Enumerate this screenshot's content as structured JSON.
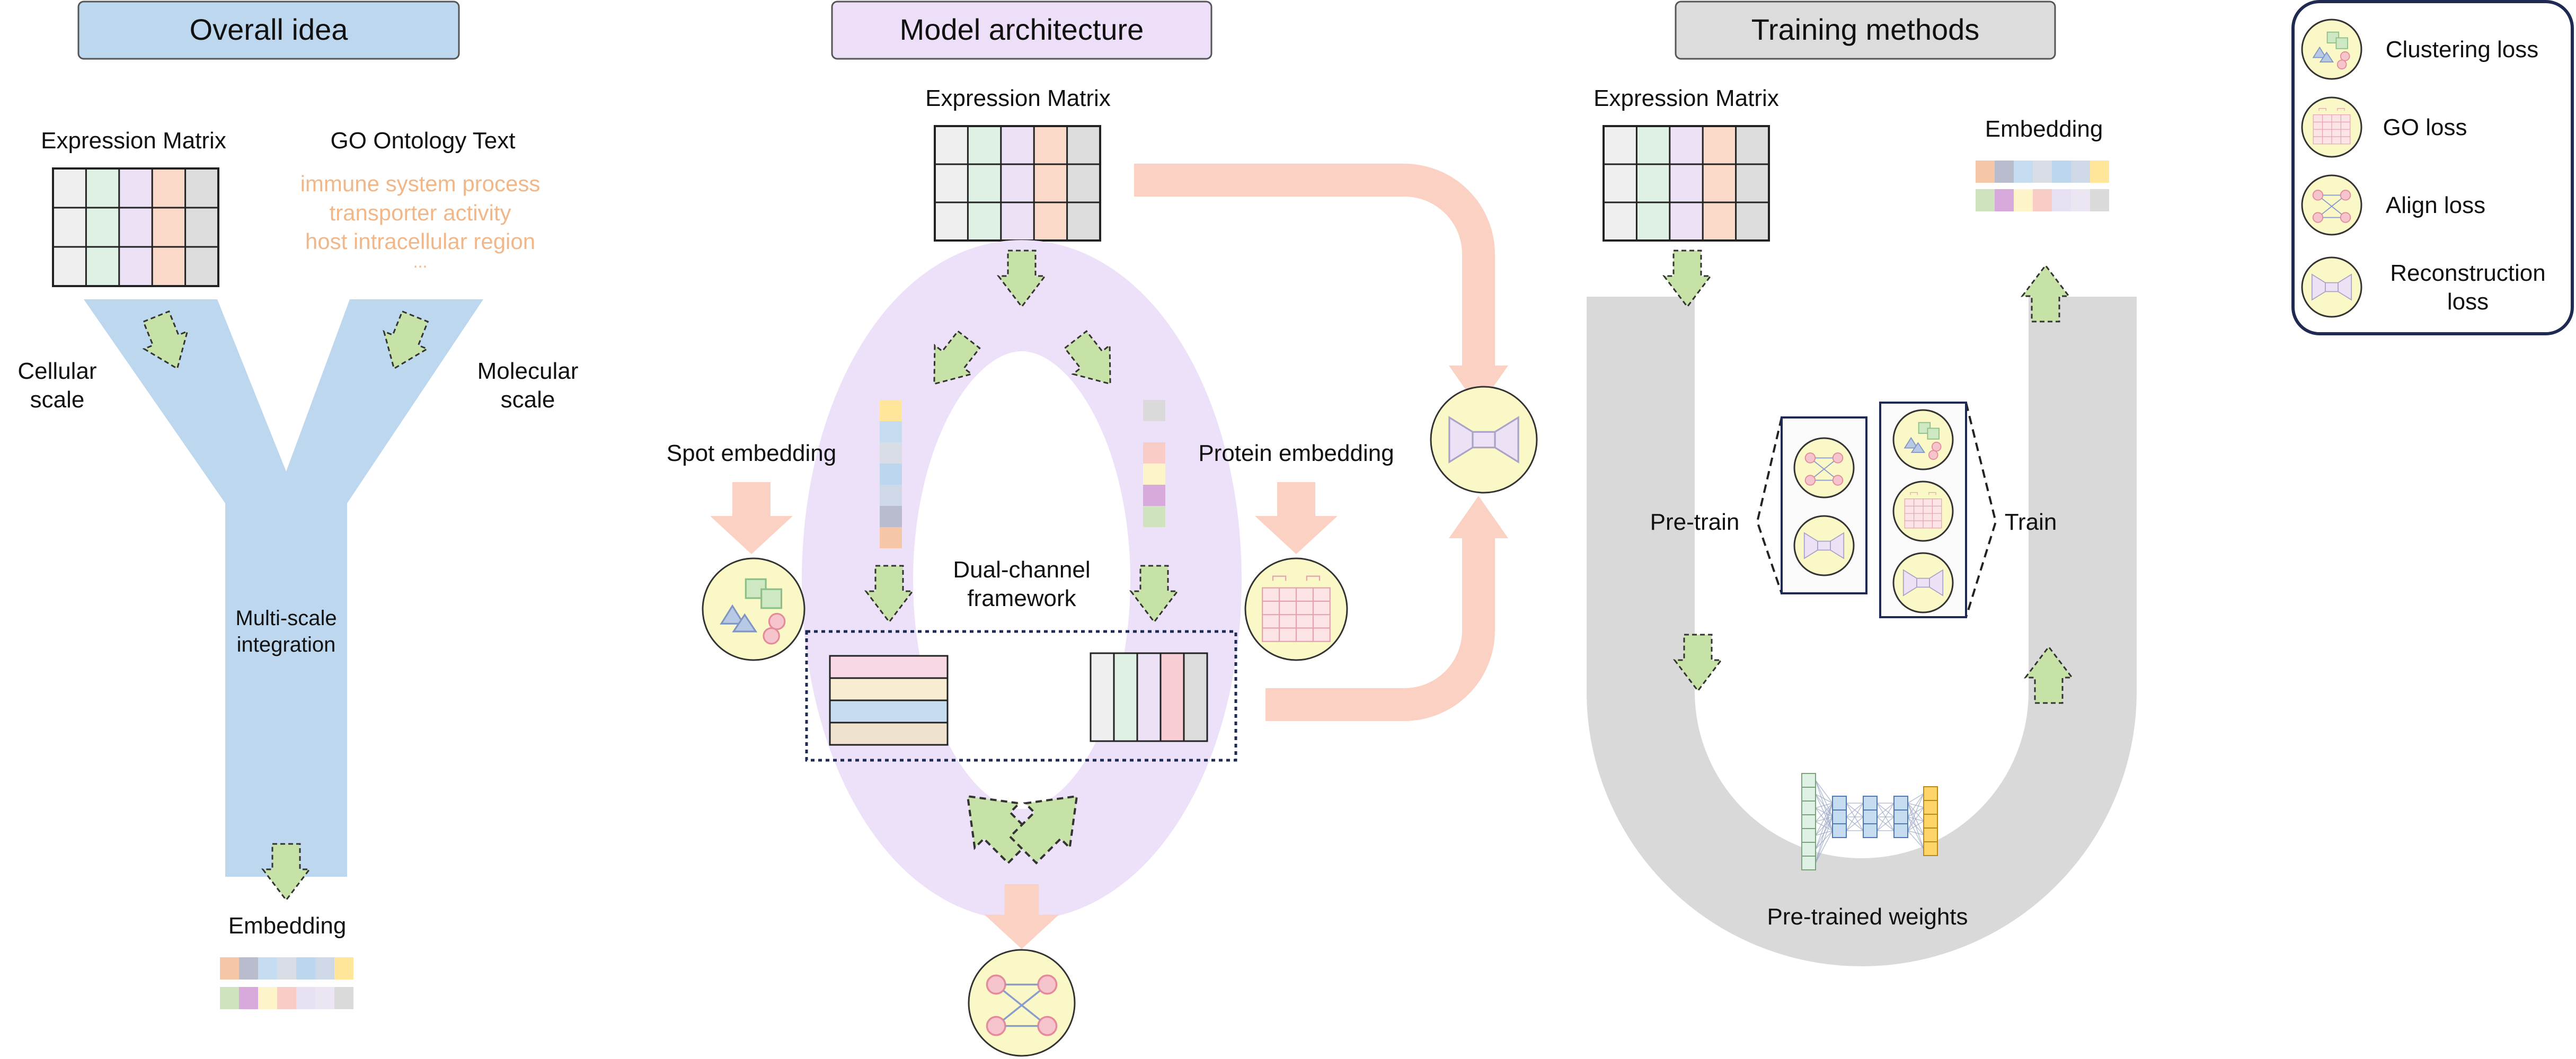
{
  "panels": {
    "overall": {
      "title": "Overall idea",
      "title_bg": "#bcd7ee",
      "expr_label": "Expression Matrix",
      "go_label": "GO Ontology Text",
      "go_terms": [
        "immune system process",
        "transporter activity",
        "host intracellular region",
        "..."
      ],
      "cellular_scale": [
        "Cellular",
        "scale"
      ],
      "molecular_scale": [
        "Molecular",
        "scale"
      ],
      "integration": [
        "Multi-scale",
        "integration"
      ],
      "embedding_label": "Embedding"
    },
    "model": {
      "title": "Model architecture",
      "title_bg": "#ecdff7",
      "expr_label": "Expression Matrix",
      "spot_label": "Spot embedding",
      "protein_label": "Protein embedding",
      "dual_channel": [
        "Dual-channel",
        "framework"
      ]
    },
    "training": {
      "title": "Training methods",
      "title_bg": "#dcdcdc",
      "expr_label": "Expression Matrix",
      "embedding_label": "Embedding",
      "pretrain_label": "Pre-train",
      "train_label": "Train",
      "weights_label": "Pre-trained weights"
    }
  },
  "legend": {
    "items": [
      {
        "label": "Clustering loss",
        "icon": "clustering-loss-icon"
      },
      {
        "label": "GO loss",
        "icon": "go-loss-icon"
      },
      {
        "label": "Align loss",
        "icon": "align-loss-icon"
      },
      {
        "label": "Reconstruction",
        "label2": "loss",
        "icon": "reconstruction-loss-icon"
      }
    ]
  },
  "colors": {
    "matrix_columns": [
      "#efefef",
      "#dff0e4",
      "#ece1f5",
      "#fbd9c8",
      "#dcdcdc"
    ],
    "embedding_row1": [
      "#f6c7a6",
      "#b8bccc",
      "#c6ddf1",
      "#d9dde6",
      "#bcd6ee",
      "#ced8e6",
      "#ffe69a"
    ],
    "embedding_row2": [
      "#cfe4be",
      "#d7aadb",
      "#fdf5c9",
      "#f9cdc5",
      "#e8e1f3",
      "#ece6f3",
      "#dadada"
    ],
    "arrow_green": "#c7e2a6",
    "arrow_salmon": "#fbd1c3",
    "purple_ring": "#ece1f9",
    "blue_y": "#bcd7ee",
    "gray_u": "#d9d9d9",
    "circle_fill": "#fbf8c7"
  }
}
